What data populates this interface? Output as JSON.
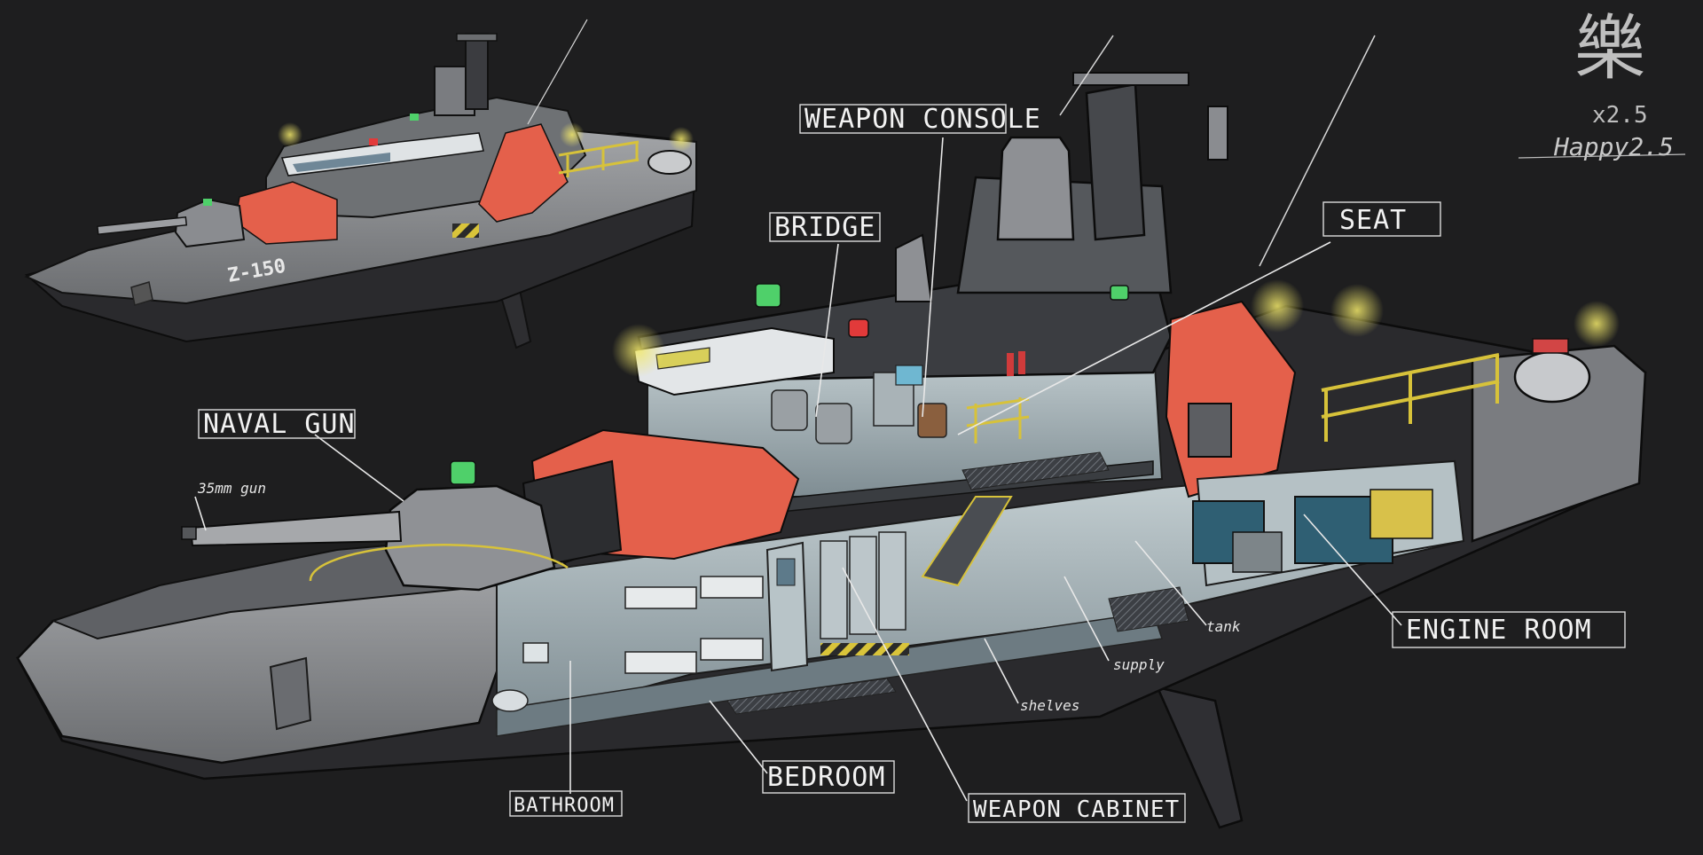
{
  "logo": {
    "glyph": "樂",
    "suffix": "x2.5",
    "signature": "Happy2.5"
  },
  "hull_marking": "Z-150",
  "labels": {
    "weapon_console": "WEAPON CONSOLE",
    "bridge": "BRIDGE",
    "seat": "SEAT",
    "naval_gun": "NAVAL GUN",
    "gun_35": "35mm gun",
    "engine_room": "ENGINE ROOM",
    "tank": "tank",
    "supply": "supply",
    "shelves": "shelves",
    "bedroom": "BEDROOM",
    "bathroom": "BATHROOM",
    "weapon_cabinet": "WEAPON CABINET"
  },
  "colors": {
    "background": "#1e1e1f",
    "hull_dark": "#2b2b2e",
    "hull_grey": "#7d7f82",
    "accent_orange": "#e4604b",
    "interior": "#8d9aa0",
    "light_green": "#4fd06a",
    "light_red": "#e23a3a",
    "light_yellow": "#e8d84a",
    "engine_teal": "#2f5f73",
    "rail_yellow": "#d7c23a"
  }
}
